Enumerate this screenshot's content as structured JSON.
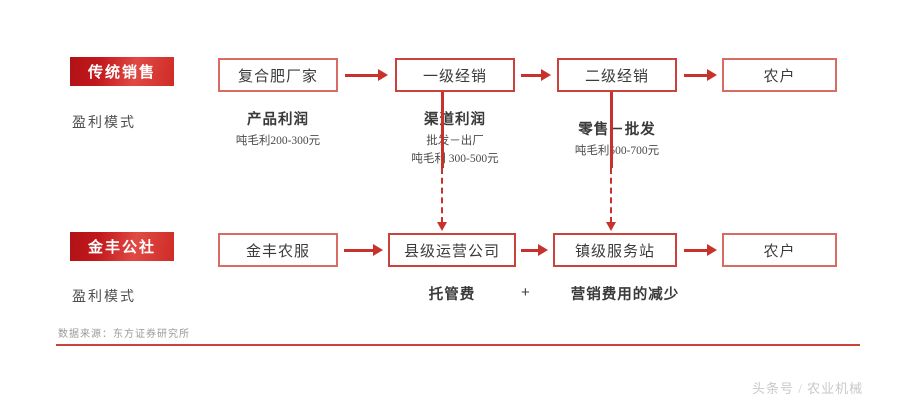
{
  "rows": {
    "traditional": {
      "badge": "传统销售",
      "mode_label": "盈利模式",
      "nodes": [
        {
          "label": "复合肥厂家"
        },
        {
          "label": "一级经销"
        },
        {
          "label": "二级经销"
        },
        {
          "label": "农户"
        }
      ],
      "annotations": [
        {
          "title": "产品利润",
          "line2": "吨毛利200-300元",
          "line3": ""
        },
        {
          "title": "渠道利润",
          "line2": "批发－出厂",
          "line3": "吨毛利 300-500元"
        },
        {
          "title": "零售－批发",
          "line2": "吨毛利500-700元",
          "line3": ""
        }
      ]
    },
    "jinfeng": {
      "badge": "金丰公社",
      "mode_label": "盈利模式",
      "nodes": [
        {
          "label": "金丰农服"
        },
        {
          "label": "县级运营公司"
        },
        {
          "label": "镇级服务站"
        },
        {
          "label": "农户"
        }
      ],
      "annotations": [
        {
          "label": "托管费"
        },
        {
          "label": "营销费用的减少"
        }
      ],
      "operator": "+"
    }
  },
  "footer": {
    "source": "数据来源：东方证券研究所",
    "watermark": "头条号 / 农业机械"
  },
  "colors": {
    "brand_red": "#c9433c",
    "badge_red": "#b01217",
    "box_border": "#d86b63",
    "arrow": "#c7332c",
    "text": "#3f3f3f"
  }
}
